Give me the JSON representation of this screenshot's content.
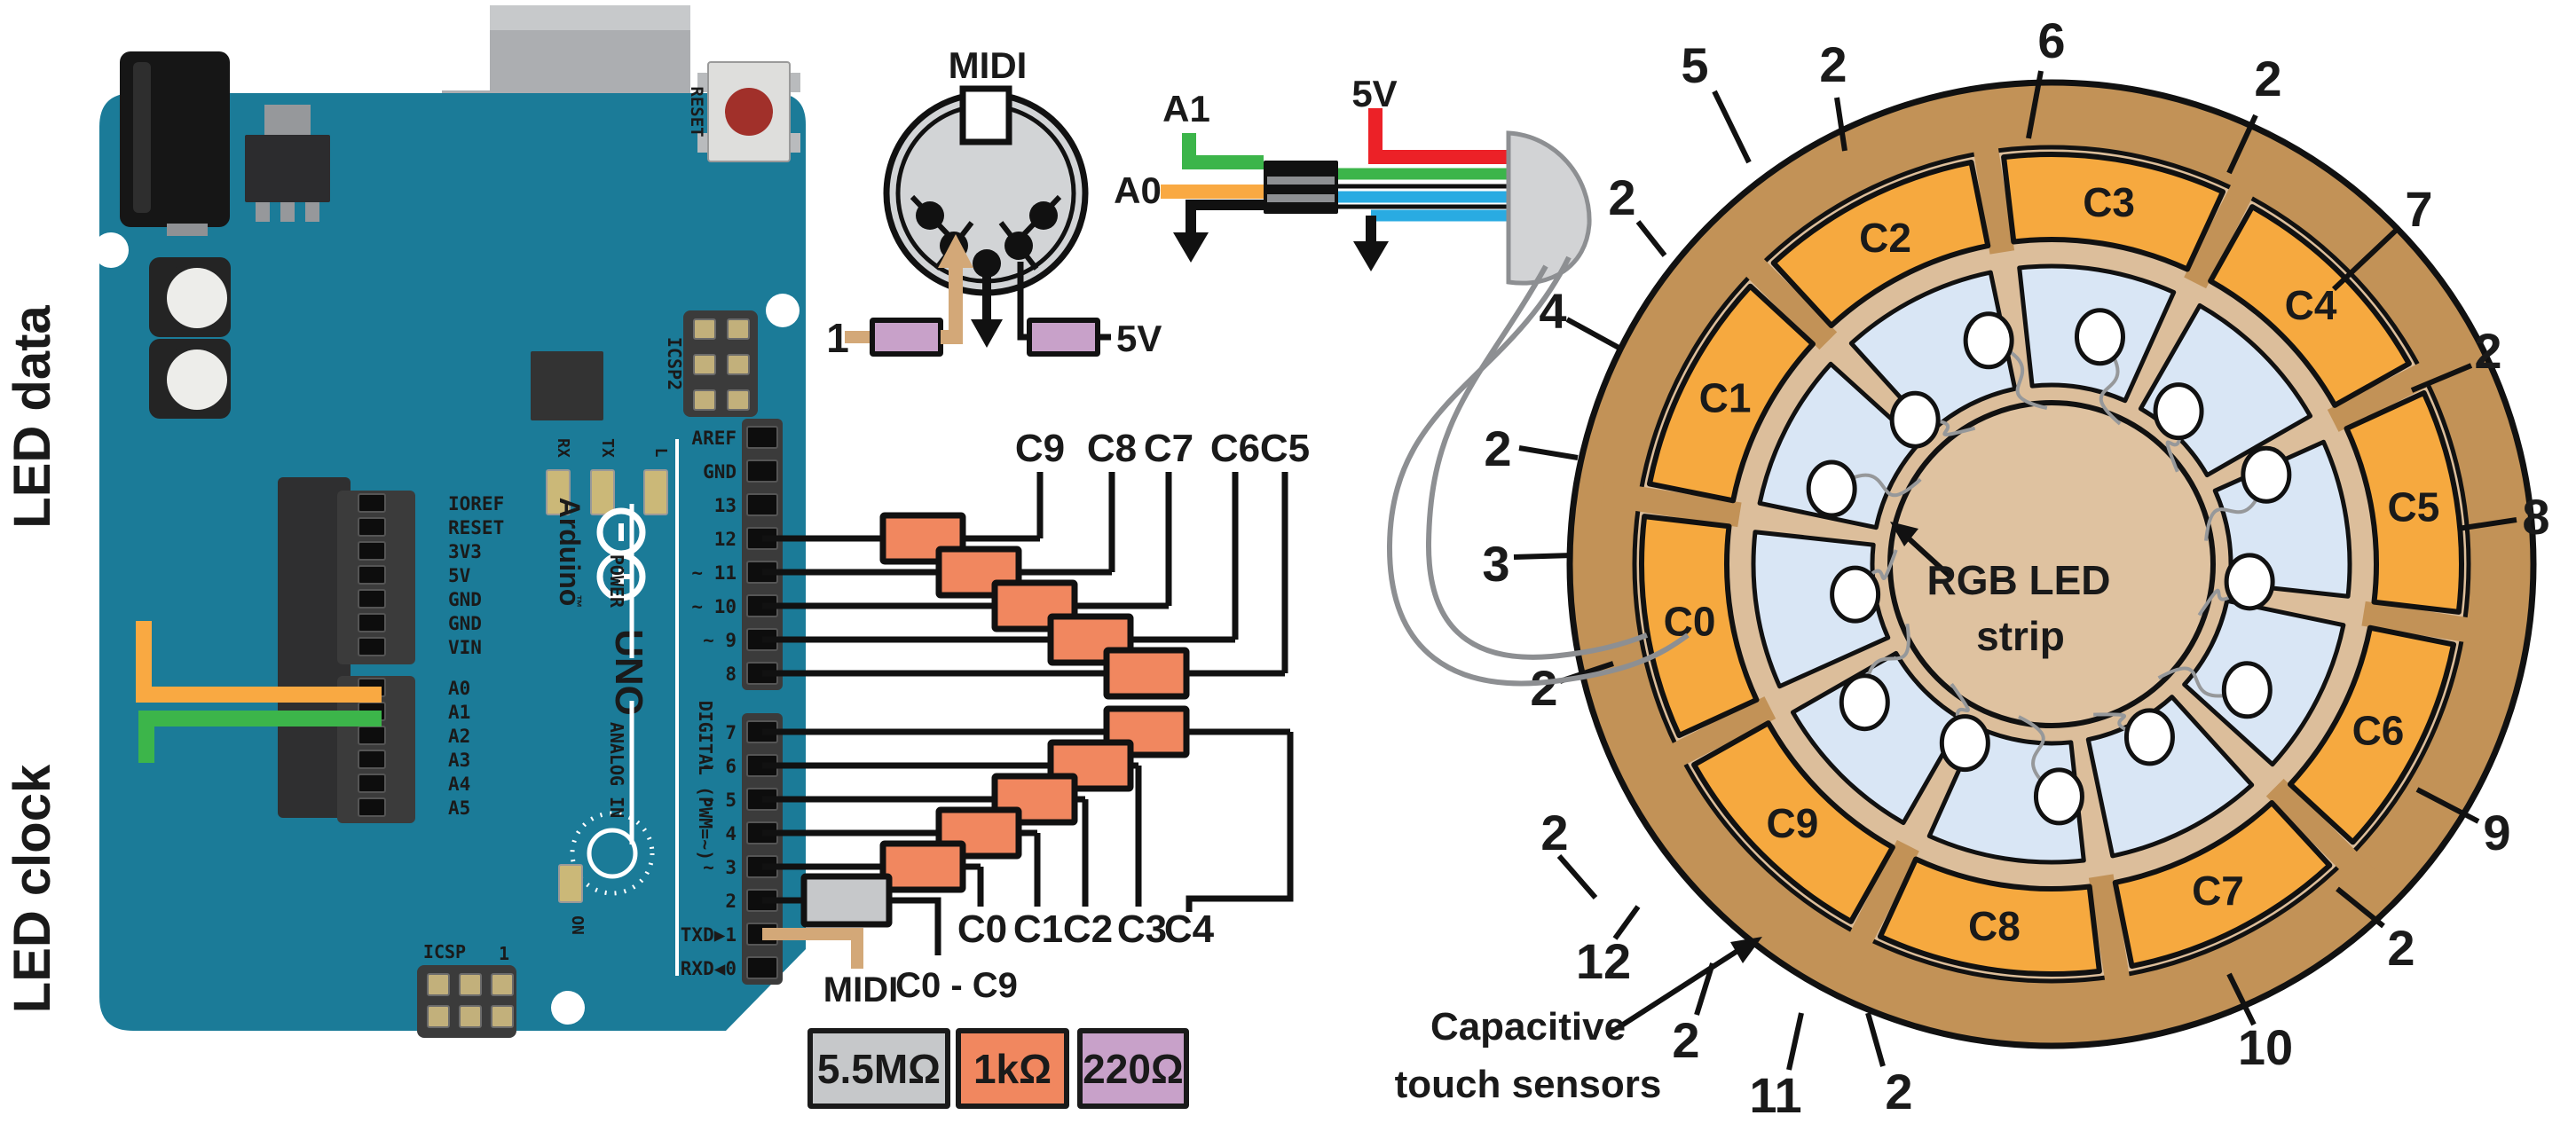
{
  "colors": {
    "board_teal": "#1b7b98",
    "segment_orange": "#F6A93F",
    "ring_tan": "#C29257",
    "inner_tan": "#DCBE9B",
    "hub_tan": "#DFC2A0",
    "wedge_blue": "#D9E6F5",
    "resistor_1k": "#F1875F",
    "resistor_5m5": "#C6C8CA",
    "resistor_220": "#C8A1C9",
    "wire_green": "#3CB54A",
    "wire_orange": "#F9A942",
    "wire_red": "#EC2127",
    "wire_blue": "#29ABE2",
    "wire_tan": "#D3A878",
    "cable_gray": "#8D8F92",
    "label_red": "#EC1E25"
  },
  "board": {
    "power_pins": [
      "IOREF",
      "RESET",
      "3V3",
      "5V",
      "GND",
      "GND",
      "VIN"
    ],
    "power_label": "POWER",
    "analog_pins": [
      "A0",
      "A1",
      "A2",
      "A3",
      "A4",
      "A5"
    ],
    "analog_label": "ANALOG IN",
    "digital_top_pins": [
      "AREF",
      "GND",
      "13",
      "12",
      "~ 11",
      "~ 10",
      "~ 9",
      "8"
    ],
    "digital_bottom_pins": [
      "7",
      "~ 6",
      "~ 5",
      "4",
      "~ 3",
      "2",
      "TXD▶1",
      "RXD◀0"
    ],
    "digital_label": "DIGITAL (PWM=~)",
    "reset_label": "RESET",
    "icsp2_label": "ICSP2",
    "icsp_label": "ICSP",
    "icsp_pin1": "1",
    "on_label": "ON",
    "led_labels": [
      "RX",
      "TX",
      "L"
    ],
    "brand": "Arduino",
    "tm": "™",
    "model": "UNO"
  },
  "left_wires": {
    "data_label": "LED data",
    "clock_label": "LED clock"
  },
  "midi": {
    "title": "MIDI",
    "pin_1": "1",
    "pin_5v": "5V"
  },
  "breakout": {
    "a1": "A1",
    "a0": "A0",
    "v5": "5V"
  },
  "network": {
    "top_labels": [
      "C9",
      "C8",
      "C7",
      "C6",
      "C5"
    ],
    "bottom_labels": [
      "C0",
      "C1",
      "C2",
      "C3",
      "C4"
    ],
    "common_label": "C0 - C9",
    "midi_out_label": "MIDI"
  },
  "legend": [
    {
      "value": "5.5MΩ",
      "color": "#C6C8CA"
    },
    {
      "value": "1kΩ",
      "color": "#F1875F"
    },
    {
      "value": "220Ω",
      "color": "#C8A1C9"
    }
  ],
  "wheel": {
    "segments": [
      {
        "label": "C0",
        "pin": "3"
      },
      {
        "label": "C1",
        "pin": "4"
      },
      {
        "label": "C2",
        "pin": "5"
      },
      {
        "label": "C3",
        "pin": "6"
      },
      {
        "label": "C4",
        "pin": "7"
      },
      {
        "label": "C5",
        "pin": "8"
      },
      {
        "label": "C6",
        "pin": "9"
      },
      {
        "label": "C7",
        "pin": "10"
      },
      {
        "label": "C8",
        "pin": "11"
      },
      {
        "label": "C9",
        "pin": "12"
      }
    ],
    "ring_pin": "2",
    "led_count": 13,
    "center_label_line1": "RGB LED",
    "center_label_line2": "strip",
    "annotation_line1": "Capacitive",
    "annotation_line2": "touch sensors"
  }
}
